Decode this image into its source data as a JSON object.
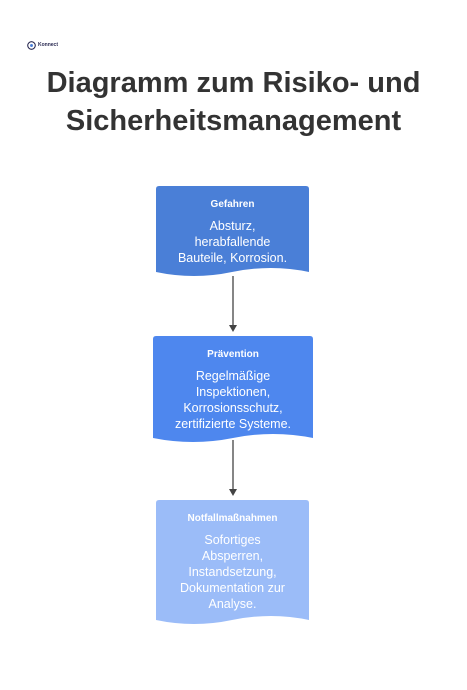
{
  "logo": {
    "brand": "Konnect"
  },
  "title": {
    "line1": "Diagramm zum Risiko- und",
    "line2": "Sicherheitsmanagement"
  },
  "steps": [
    {
      "heading": "Gefahren",
      "lines": [
        "Absturz,",
        "herabfallende",
        "Bauteile, Korrosion."
      ],
      "color": "#4a7fd7"
    },
    {
      "heading": "Prävention",
      "lines": [
        "Regelmäßige",
        "Inspektionen,",
        "Korrosionsschutz,",
        "zertifizierte Systeme."
      ],
      "color": "#4e87ee"
    },
    {
      "heading": "Notfallmaßnahmen",
      "lines": [
        "Sofortiges",
        "Absperren,",
        "Instandsetzung,",
        "Dokumentation zur",
        "Analyse."
      ],
      "color": "#9bbcf8"
    }
  ],
  "connector_color": "#444444"
}
